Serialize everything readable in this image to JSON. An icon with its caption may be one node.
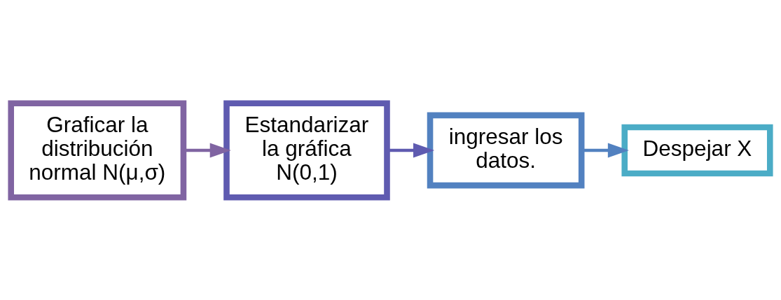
{
  "diagram": {
    "nodes": [
      {
        "text": [
          "Graficar la distribución normal N(μ,σ)"
        ]
      },
      {
        "text": [
          "Estandarizar la gráfica N(0,1)"
        ]
      },
      {
        "text": [
          "ingresar los datos."
        ]
      },
      {
        "text": [
          "Despejar X"
        ]
      }
    ],
    "edges": [
      {
        "from": 0,
        "to": 1,
        "arrow": "to"
      },
      {
        "from": 1,
        "to": 2,
        "arrow": "to"
      },
      {
        "from": 2,
        "to": 3,
        "arrow": "to"
      }
    ]
  }
}
